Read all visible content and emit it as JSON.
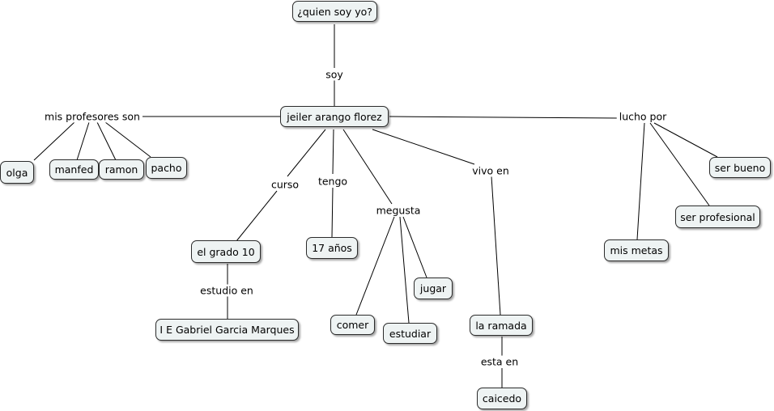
{
  "concepts": {
    "root": "¿quien soy yo?",
    "name": "jeiler arango florez",
    "olga": "olga",
    "manfed": "manfed",
    "ramon": "ramon",
    "pacho": "pacho",
    "grado": "el grado 10",
    "school": "I E Gabriel Garcia Marques",
    "age": "17 años",
    "comer": "comer",
    "estudiar": "estudiar",
    "jugar": "jugar",
    "ramada": "la ramada",
    "caicedo": "caicedo",
    "bueno": "ser bueno",
    "profesional": "ser profesional",
    "metas": "mis metas"
  },
  "links": {
    "soy": "soy",
    "profesores": "mis profesores son",
    "lucho": "lucho por",
    "curso": "curso",
    "tengo": "tengo",
    "megusta": "megusta",
    "vivo": "vivo en",
    "estudio": "estudio en",
    "esta": "esta en"
  }
}
